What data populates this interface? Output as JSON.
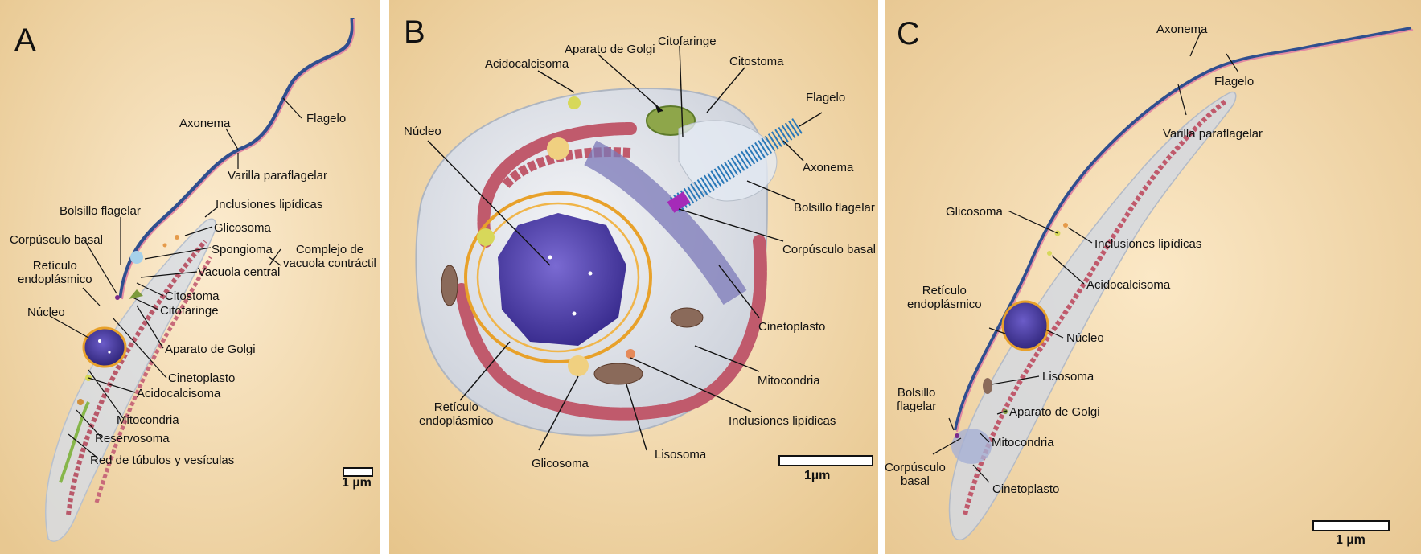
{
  "panels": [
    {
      "letter": "A",
      "scale_label": "1 µm",
      "labels": {
        "flagelo": "Flagelo",
        "axonema": "Axonema",
        "varilla": "Varilla paraflagelar",
        "inclusiones": "Inclusiones lipídicas",
        "bolsillo": "Bolsillo flagelar",
        "glicosoma": "Glicosoma",
        "corpusculo": "Corpúsculo basal",
        "spongioma": "Spongioma",
        "complejo": "Complejo de\nvacuola contráctil",
        "reticulo": "Retículo\nendoplásmico",
        "vacuola": "Vacuola central",
        "citostoma": "Citostoma",
        "nucleo": "Núcleo",
        "citofaringe": "Citofaringe",
        "golgi": "Aparato de Golgi",
        "cinetoplasto": "Cinetoplasto",
        "acidocalcisoma": "Acidocalcisoma",
        "mitocondria": "Mitocondria",
        "reservosoma": "Reservosoma",
        "red": "Red de túbulos y vesículas"
      }
    },
    {
      "letter": "B",
      "scale_label": "1µm",
      "labels": {
        "golgi": "Aparato de Golgi",
        "citofaringe": "Citofaringe",
        "citostoma": "Citostoma",
        "acidocalcisoma": "Acidocalcisoma",
        "flagelo": "Flagelo",
        "nucleo": "Núcleo",
        "axonema": "Axonema",
        "bolsillo": "Bolsillo flagelar",
        "corpusculo": "Corpúsculo basal",
        "cinetoplasto": "Cinetoplasto",
        "mitocondria": "Mitocondria",
        "reticulo": "Retículo\nendoplásmico",
        "inclusiones": "Inclusiones lipídicas",
        "glicosoma": "Glicosoma",
        "lisosoma": "Lisosoma"
      }
    },
    {
      "letter": "C",
      "scale_label": "1 µm",
      "labels": {
        "axonema": "Axonema",
        "flagelo": "Flagelo",
        "varilla": "Varilla paraflagelar",
        "glicosoma": "Glicosoma",
        "inclusiones": "Inclusiones lipídicas",
        "acidocalcisoma": "Acidocalcisoma",
        "reticulo": "Retículo\nendoplásmico",
        "nucleo": "Núcleo",
        "lisosoma": "Lisosoma",
        "bolsillo": "Bolsillo\nflagelar",
        "golgi": "Aparato de Golgi",
        "mitocondria": "Mitocondria",
        "corpusculo": "Corpúsculo\nbasal",
        "cinetoplasto": "Cinetoplasto"
      }
    }
  ],
  "colors": {
    "background_light": "#fbe8c6",
    "background_dark": "#e9c98f",
    "cytoplasm": "#d9dde4",
    "nucleus": "#4b3a9c",
    "mitochondria": "#b9596a",
    "reticulum": "#e8a12a",
    "flagellum_blue": "#2f4f8f",
    "flagellum_pink": "#e28aa3",
    "golgi": "#7d9a3c",
    "lipid": "#e59a4a",
    "glycosome": "#d7d85a"
  }
}
